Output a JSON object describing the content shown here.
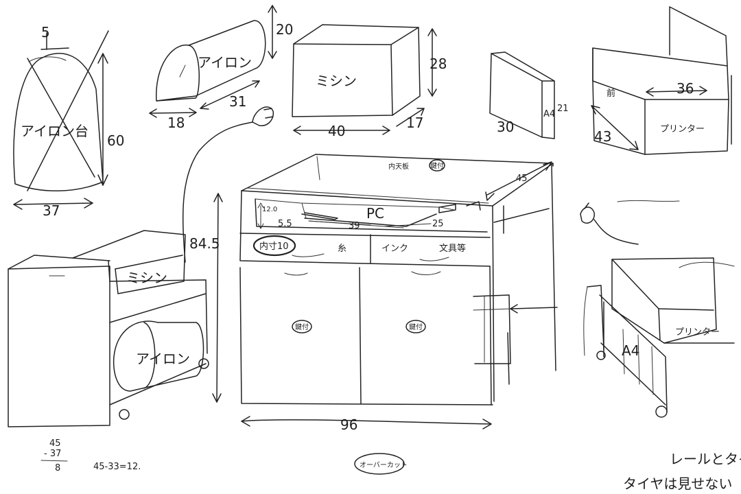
{
  "labels": {
    "iron_board": "アイロン台",
    "iron_roll": "アイロン",
    "mishin": "ミシン",
    "a4": "A4",
    "printer": "プリンター",
    "front": "前",
    "pc": "PC",
    "ito": "糸",
    "ink": "インク",
    "bunguto": "文具等",
    "naisun10": "内寸10",
    "key_top": "鍵付",
    "key_left": "鍵付",
    "key_right": "鍵付",
    "under_text": "オーバーカット",
    "note_rail": "レールとタイ",
    "note_tires": "タイヤは見せない",
    "shelf_label": "内天板"
  },
  "dims": {
    "board_top": "5",
    "board_height": "60",
    "board_width": "37",
    "iron_height": "20",
    "iron_width": "18",
    "iron_depth": "31",
    "mishin_height": "28",
    "mishin_width": "40",
    "mishin_depth": "17",
    "a4_depth": "30",
    "a4_height": "21",
    "printer_width": "36",
    "printer_depth": "43",
    "desk_height": "84.5",
    "desk_width": "96",
    "desk_depth": "45",
    "shelf_h": "12.0",
    "shelf_side": "5.5",
    "pc_depth": "39",
    "pc_small": "25"
  },
  "calc": {
    "a": "45",
    "b": "- 37",
    "c": "8",
    "line": "45-33=12."
  }
}
